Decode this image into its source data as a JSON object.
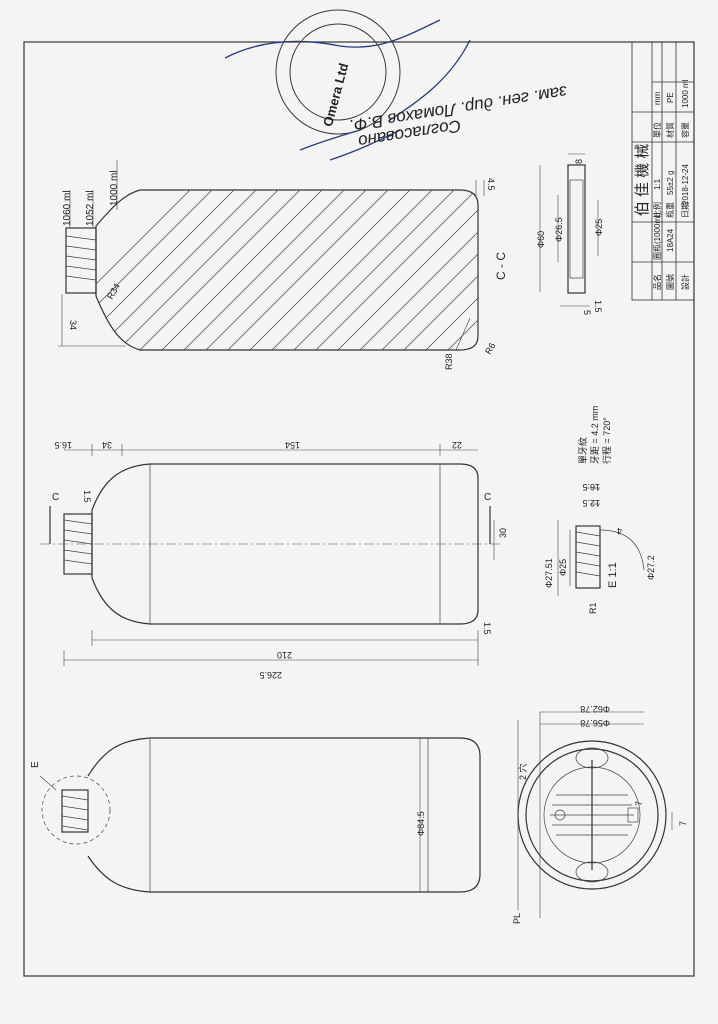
{
  "title_block": {
    "company": "伯 佳 機 械",
    "rows": [
      [
        "品名",
        "圓瓶(1000ml)",
        "比例",
        "1:1",
        "單位",
        "mm"
      ],
      [
        "圖號",
        "18A24",
        "瓶重",
        "55±2 g",
        "材質",
        "PE"
      ],
      [
        "設計",
        "",
        "日期",
        "2018-12-24",
        "容量",
        "1000 ml"
      ]
    ]
  },
  "section_view": {
    "label": "C - C",
    "volumes": [
      "1060 ml",
      "1052 ml",
      "1000 ml"
    ],
    "dims": {
      "top": "34",
      "r_shoulder": "R34",
      "r_bottom": "R38",
      "r6": "R6",
      "base": "4.5"
    }
  },
  "neck_section": {
    "dims": [
      "8",
      "Φ60",
      "Φ26.5",
      "Φ25",
      "5",
      "1.5"
    ]
  },
  "side_view": {
    "dims": [
      "16.5",
      "34",
      "154",
      "22",
      "1.5",
      "30",
      "1.5",
      "210",
      "226.5"
    ],
    "section_mark": "C"
  },
  "thread_notes": [
    "單牙紋",
    "牙距 = 4.2 mm",
    "行程 = 720°"
  ],
  "detail_e": {
    "label": "E 1:1",
    "dims": [
      "16.5",
      "12.5",
      "4",
      "Φ27.51",
      "Φ25",
      "Φ27.2",
      "R1"
    ]
  },
  "front_view": {
    "diameter": "Φ84.5",
    "detail_callout": "E"
  },
  "bottom_view": {
    "dims": [
      "Φ62.78",
      "Φ56.78",
      "7",
      "7"
    ],
    "pl_label": "PL",
    "hole_label": "2 穴"
  },
  "stamp": {
    "text": "Omera Ltd"
  },
  "handwriting": {
    "line1": "зам. ген. дир. Ломахов В.Ф.",
    "line2": "Согласовано"
  }
}
